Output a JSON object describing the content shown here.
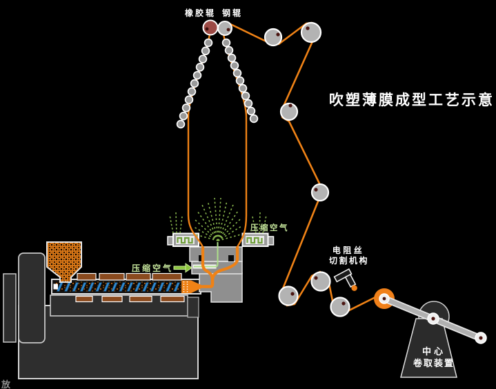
{
  "title": "吹塑薄膜成型工艺示意",
  "labels": {
    "rubber_roller": "橡胶辊",
    "steel_roller": "钢辊",
    "compressed_air_bubble": "压缩空气",
    "compressed_air_extruder": "压缩空气",
    "cutter_line1": "电阻丝",
    "cutter_line2": "切割机构",
    "winder_line1": "中心",
    "winder_line2": "卷取装置",
    "corner_partial": "放"
  },
  "colors": {
    "background": "#000000",
    "film_orange": "#ef8216",
    "roller_gray": "#b3b3b3",
    "rubber_roller_red": "#9c4a45",
    "air_arrow_green": "#8dc63f",
    "label_green": "#c3e29a",
    "spray_green": "#8ab84e",
    "heater_band_brown": "#8a4a1e",
    "screw_blue": "#2f87cc",
    "machine_gray": "#2e2e2e",
    "die_gray": "#8f8f8f",
    "text_white": "#ffffff"
  },
  "icons": {
    "cutting_device": "resistance-wire-cutter-icon",
    "air_arrow": "air-flow-arrow-icon"
  }
}
